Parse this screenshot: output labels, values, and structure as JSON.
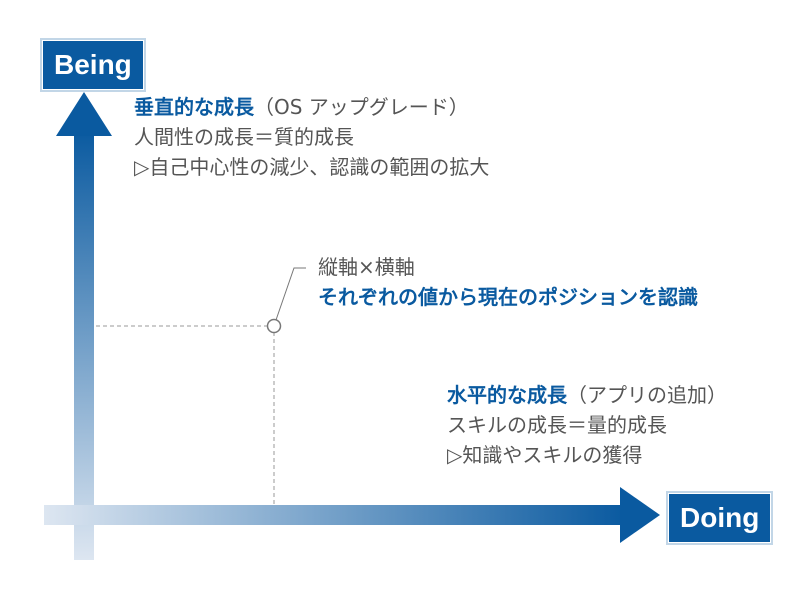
{
  "axes": {
    "vertical_label": "Being",
    "horizontal_label": "Doing"
  },
  "vertical_growth": {
    "title": "垂直的な成長",
    "title_note": "（OS アップグレード）",
    "line2": "人間性の成長＝質的成長",
    "line3": "▷自己中心性の減少、認識の範囲の拡大"
  },
  "center_note": {
    "line1": "縦軸×横軸",
    "line2": "それぞれの値から現在のポジションを認識"
  },
  "horizontal_growth": {
    "title": "水平的な成長",
    "title_note": "（アプリの追加）",
    "line2": "スキルの成長＝量的成長",
    "line3": "▷知識やスキルの獲得"
  },
  "colors": {
    "accent": "#0a5aa0",
    "axis_light": "#dde6f1",
    "text": "#555555",
    "guide": "#999999"
  },
  "icons": {
    "vertical_arrow": "arrow-up-icon",
    "horizontal_arrow": "arrow-right-icon",
    "position_marker": "circle-marker-icon"
  }
}
